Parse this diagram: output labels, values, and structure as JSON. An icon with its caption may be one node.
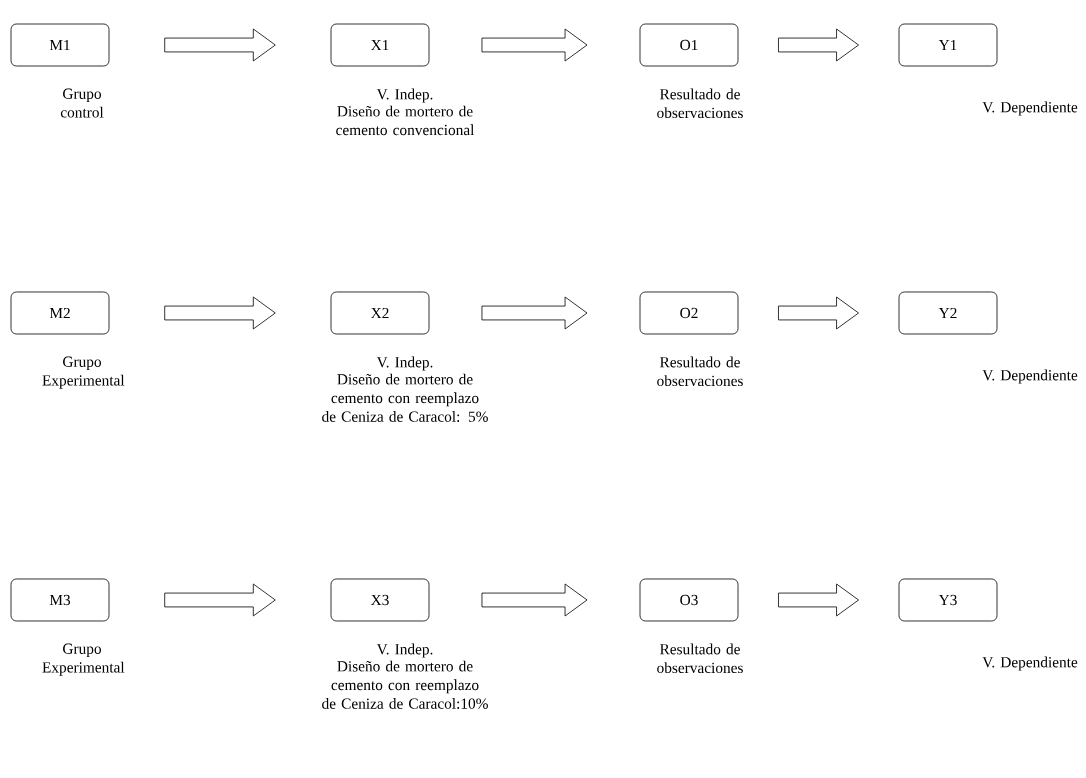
{
  "diagram": {
    "nodes": [
      {
        "text": [
          "M1"
        ],
        "beside": [
          "Grupo control"
        ]
      },
      {
        "text": [
          "X1"
        ],
        "beside": [
          "V. Indep.",
          "Diseño de mortero de cemento convencional"
        ]
      },
      {
        "text": [
          "O1"
        ],
        "beside": [
          "Resultado de observaciones"
        ]
      },
      {
        "text": [
          "Y1"
        ],
        "beside": [
          "V. Dependiente"
        ]
      },
      {
        "text": [
          "M2"
        ],
        "beside": [
          "Grupo Experimental"
        ]
      },
      {
        "text": [
          "X2"
        ],
        "beside": [
          "V. Indep.",
          "Diseño de mortero de cemento con reemplazo de Ceniza de Caracol: 5%"
        ]
      },
      {
        "text": [
          "O2"
        ],
        "beside": [
          "Resultado de observaciones"
        ]
      },
      {
        "text": [
          "Y2"
        ],
        "beside": [
          "V. Dependiente"
        ]
      },
      {
        "text": [
          "M3"
        ],
        "beside": [
          "Grupo Experimental"
        ]
      },
      {
        "text": [
          "X3"
        ],
        "beside": [
          "V. Indep.",
          "Diseño de mortero de cemento con reemplazo de Ceniza de Caracol:10%"
        ]
      },
      {
        "text": [
          "O3"
        ],
        "beside": [
          "Resultado de observaciones"
        ]
      },
      {
        "text": [
          "Y3"
        ],
        "beside": [
          "V. Dependiente"
        ]
      }
    ],
    "edges": [
      {
        "from": 0,
        "to": 1,
        "arrow": "to"
      },
      {
        "from": 1,
        "to": 2,
        "arrow": "to"
      },
      {
        "from": 2,
        "to": 3,
        "arrow": "to"
      },
      {
        "from": 4,
        "to": 5,
        "arrow": "to"
      },
      {
        "from": 5,
        "to": 6,
        "arrow": "to"
      },
      {
        "from": 6,
        "to": 7,
        "arrow": "to"
      },
      {
        "from": 8,
        "to": 9,
        "arrow": "to"
      },
      {
        "from": 9,
        "to": 10,
        "arrow": "to"
      },
      {
        "from": 10,
        "to": 11,
        "arrow": "to"
      }
    ]
  }
}
